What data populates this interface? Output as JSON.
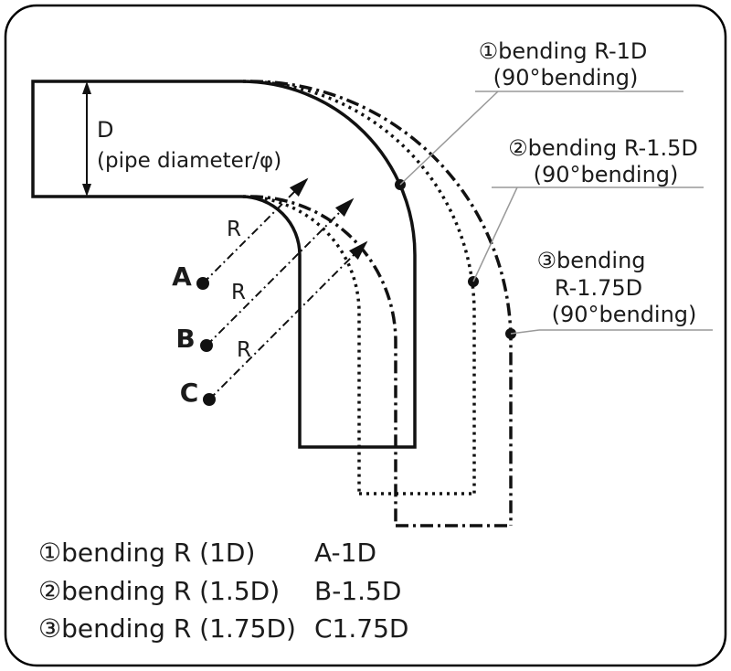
{
  "colors": {
    "ink": "#111111",
    "leader_gray": "#999999",
    "background": "#ffffff"
  },
  "diagram": {
    "dimension": {
      "d_label": "D",
      "diameter_label": "(pipe diameter/φ)"
    },
    "points": [
      {
        "label": "A"
      },
      {
        "label": "B"
      },
      {
        "label": "C"
      }
    ],
    "radius_labels": [
      "R",
      "R",
      "R"
    ],
    "callouts": [
      {
        "lines": [
          "①bending R-1D",
          "(90°bending)"
        ]
      },
      {
        "lines": [
          "②bending R-1.5D",
          "(90°bending)"
        ]
      },
      {
        "lines": [
          "③bending",
          "R-1.75D",
          "(90°bending)"
        ]
      }
    ],
    "legend": [
      {
        "label": "①bending R (1D)",
        "code": "A-1D"
      },
      {
        "label": "②bending R (1.5D)",
        "code": "B-1.5D"
      },
      {
        "label": "③bending R (1.75D)",
        "code": "C1.75D"
      }
    ]
  }
}
